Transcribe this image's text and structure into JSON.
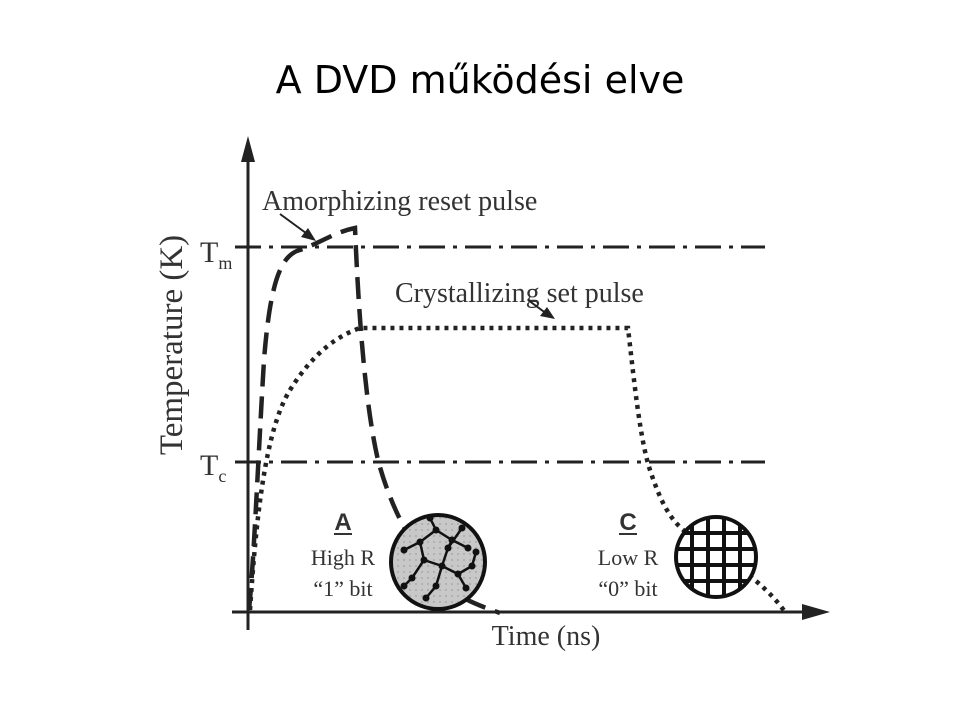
{
  "slide": {
    "title": "A DVD működési elve"
  },
  "axes": {
    "ylabel": "Temperature (K)",
    "xlabel": "Time (ns)",
    "tm_main": "T",
    "tm_sub": "m",
    "tc_main": "T",
    "tc_sub": "c"
  },
  "annotations": {
    "reset_pulse": "Amorphizing reset pulse",
    "set_pulse": "Crystallizing set pulse"
  },
  "state_a": {
    "letter": "A",
    "line1": "High R",
    "line2": "“1” bit"
  },
  "state_c": {
    "letter": "C",
    "line1": "Low R",
    "line2": "“0” bit"
  }
}
